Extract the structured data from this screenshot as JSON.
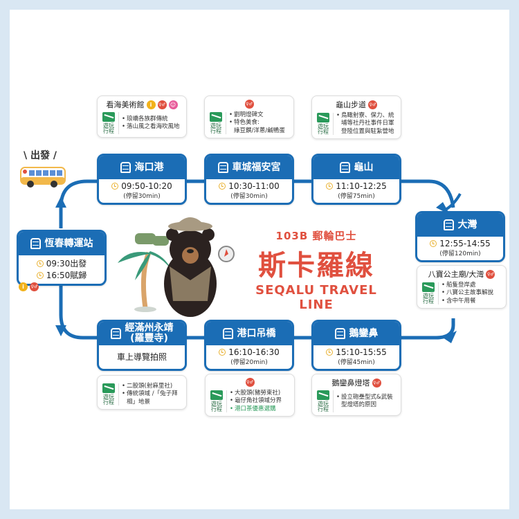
{
  "depart_label": "出發",
  "route_title": {
    "line": "103B 郵輪巴士",
    "name": "斯卡羅線",
    "english": "SEQALU TRAVEL LINE"
  },
  "colors": {
    "route_blue": "#1b6db5",
    "title_red": "#e0503f",
    "trail_green": "#2a9a5a",
    "clock_yellow": "#e9b233"
  },
  "trail_label": "遊玩行程",
  "stations": [
    {
      "name": "恆春轉運站",
      "lines": [
        "09:30出發",
        "16:50賦歸"
      ],
      "stay": ""
    },
    {
      "name": "海口港",
      "lines": [
        "09:50-10:20"
      ],
      "stay": "(停留30min)"
    },
    {
      "name": "車城福安宮",
      "lines": [
        "10:30-11:00"
      ],
      "stay": "(停留30min)"
    },
    {
      "name": "龜山",
      "lines": [
        "11:10-12:25"
      ],
      "stay": "(停留75min)"
    },
    {
      "name": "大灣",
      "lines": [
        "12:55-14:55"
      ],
      "stay": "(停留120min)"
    },
    {
      "name": "鵝鑾鼻",
      "lines": [
        "15:10-15:55"
      ],
      "stay": "(停留45min)"
    },
    {
      "name": "港口吊橋",
      "lines": [
        "16:10-16:30"
      ],
      "stay": "(停留20min)"
    },
    {
      "name": "經滿州永靖\n(羅豐寺)",
      "lines": [],
      "stay": "",
      "note": "車上導覽拍照"
    }
  ],
  "info_cards": [
    {
      "station": "海口港",
      "title": "看海美術館",
      "amenities": [
        "info",
        "toilet",
        "nursing"
      ],
      "bullets": [
        "琅嶠各族群傳統",
        "落山風之看海吹風地"
      ]
    },
    {
      "station": "車城福安宮",
      "title": "",
      "amenities": [
        "toilet"
      ],
      "bullets": [
        "劉明燈碑文",
        "特色美食:\n綠豆饌/洋蔥/鹹鴨蛋"
      ]
    },
    {
      "station": "龜山",
      "title": "龜山步道",
      "amenities": [
        "toilet"
      ],
      "bullets": [
        "鳥瞰射寮、保力、統埔等社丹社事件日軍登陸位置與駐紮營地"
      ]
    },
    {
      "station": "大灣",
      "title": "八寶公主廟/大灣",
      "amenities": [
        "toilet"
      ],
      "bullets": [
        "船隻登岸處",
        "八寶公主故事解說",
        "含中午用餐"
      ]
    },
    {
      "station": "鵝鑾鼻",
      "title": "鵝鑾鼻燈塔",
      "amenities": [
        "toilet"
      ],
      "bullets": [
        "設立砲壘型式&武裝型燈塔的原因"
      ]
    },
    {
      "station": "港口吊橋",
      "title": "",
      "amenities": [
        "toilet"
      ],
      "bullets": [
        "大股頭(豬勞束社)",
        "龜仔角社領域分界",
        "港口茶優惠選購"
      ],
      "highlight_last": true
    },
    {
      "station": "經滿州永靖",
      "title": "",
      "amenities": [],
      "bullets": [
        "二股頭(射麻里社)",
        "傳統領域 /「兔子拜相」地景"
      ]
    }
  ],
  "hub_amenities": [
    "info",
    "toilet"
  ]
}
